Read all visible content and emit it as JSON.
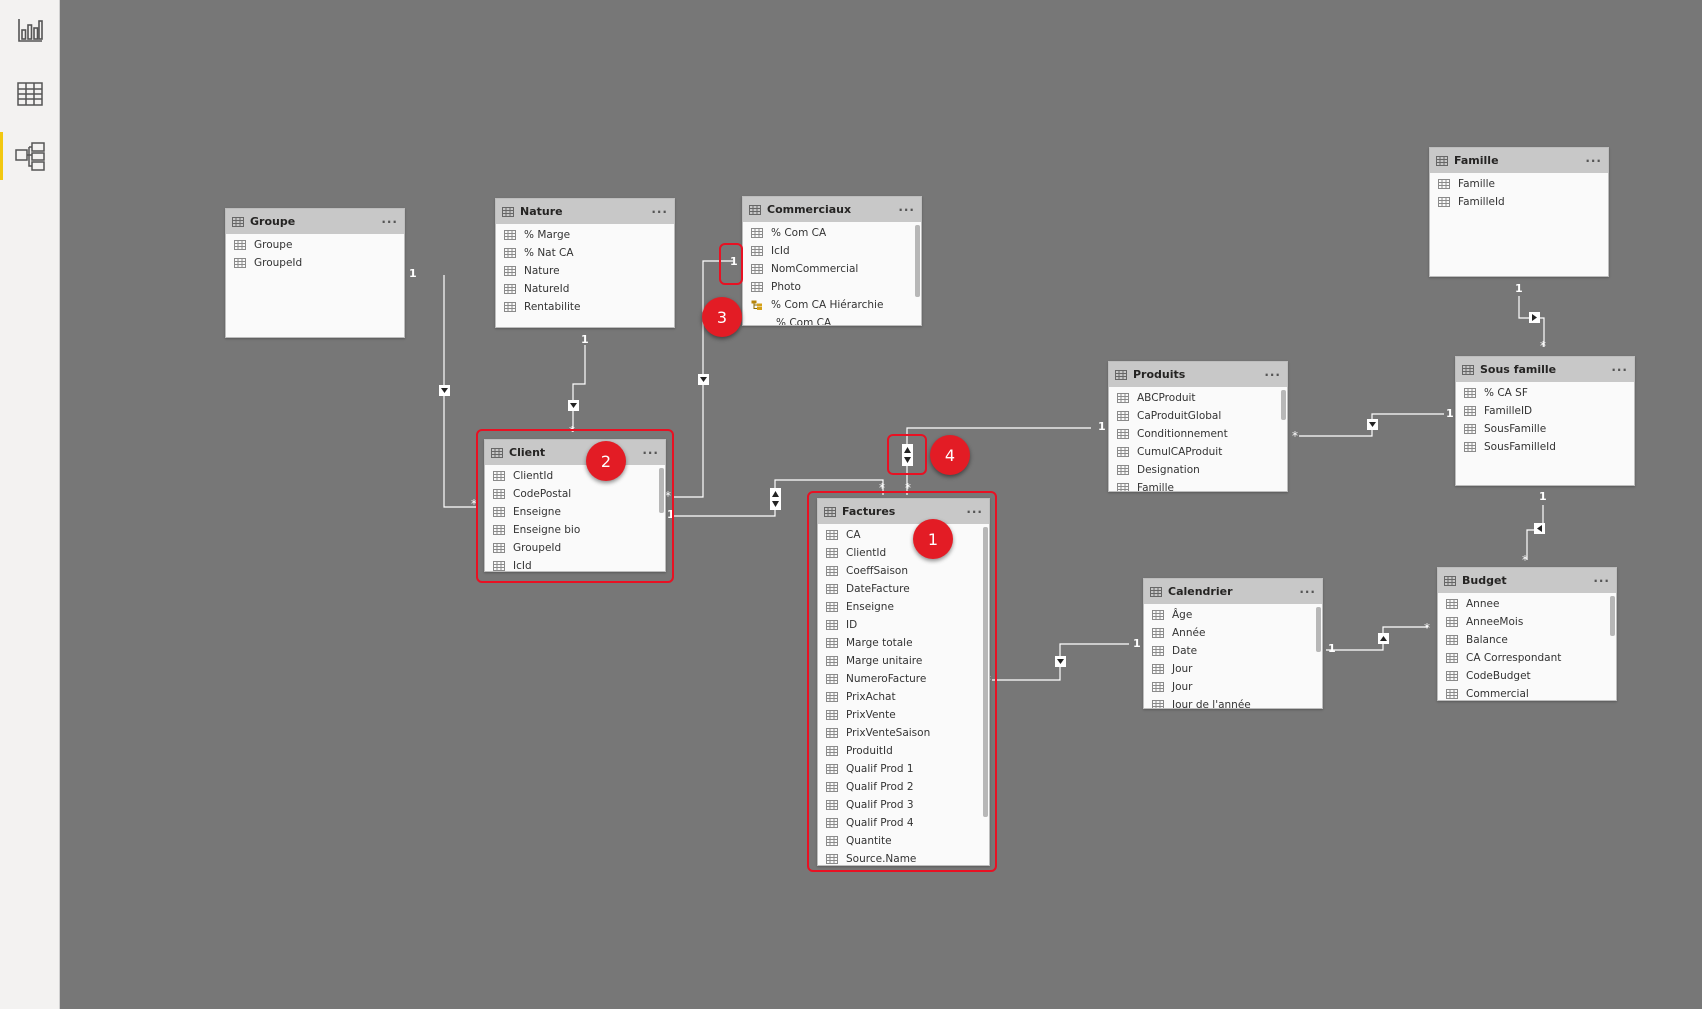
{
  "sidebar": {
    "items": [
      {
        "icon": "report-view-icon"
      },
      {
        "icon": "data-view-icon"
      },
      {
        "icon": "model-view-icon",
        "active": true
      }
    ]
  },
  "tables": {
    "groupe": {
      "name": "Groupe",
      "fields": [
        "Groupe",
        "GroupeId"
      ]
    },
    "nature": {
      "name": "Nature",
      "fields": [
        "% Marge",
        "% Nat CA",
        "Nature",
        "NatureId",
        "Rentabilite"
      ]
    },
    "commerciaux": {
      "name": "Commerciaux",
      "fields": [
        "% Com CA",
        "IcId",
        "NomCommercial",
        "Photo",
        "% Com CA Hiérarchie"
      ],
      "subfield": "% Com CA"
    },
    "famille": {
      "name": "Famille",
      "fields": [
        "Famille",
        "FamilleId"
      ]
    },
    "produits": {
      "name": "Produits",
      "fields": [
        "ABCProduit",
        "CaProduitGlobal",
        "Conditionnement",
        "CumulCAProduit",
        "Designation",
        "Famille"
      ]
    },
    "sous_famille": {
      "name": "Sous famille",
      "fields": [
        "% CA SF",
        "FamilleID",
        "SousFamille",
        "SousFamilleId"
      ]
    },
    "client": {
      "name": "Client",
      "fields": [
        "ClientId",
        "CodePostal",
        "Enseigne",
        "Enseigne bio",
        "GroupeId",
        "IcId"
      ]
    },
    "factures": {
      "name": "Factures",
      "fields": [
        "CA",
        "ClientId",
        "CoeffSaison",
        "DateFacture",
        "Enseigne",
        "ID",
        "Marge totale",
        "Marge unitaire",
        "NumeroFacture",
        "PrixAchat",
        "PrixVente",
        "PrixVenteSaison",
        "ProduitId",
        "Qualif Prod 1",
        "Qualif Prod 2",
        "Qualif Prod 3",
        "Qualif Prod 4",
        "Quantite",
        "Source.Name"
      ]
    },
    "calendrier": {
      "name": "Calendrier",
      "fields": [
        "Âge",
        "Année",
        "Date",
        "Jour",
        "Jour",
        "Jour de l'année"
      ]
    },
    "budget": {
      "name": "Budget",
      "fields": [
        "Annee",
        "AnneeMois",
        "Balance",
        "CA Correspondant",
        "CodeBudget",
        "Commercial"
      ]
    }
  },
  "more_label": "···",
  "cardinality": {
    "one": "1",
    "many": "*"
  },
  "badges": [
    "1",
    "2",
    "3",
    "4"
  ],
  "colors": {
    "canvas": "#777777",
    "highlight": "#e81123",
    "badge": "#e31c25",
    "accent": "#f2c811"
  }
}
